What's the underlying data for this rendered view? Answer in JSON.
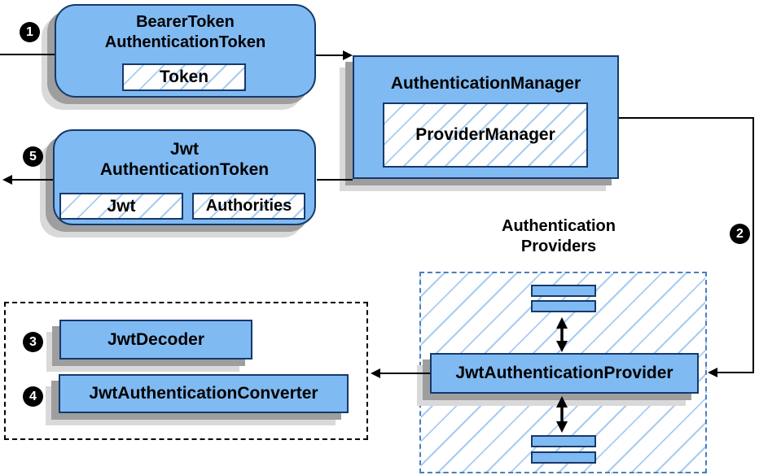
{
  "nodes": {
    "bearer_token": {
      "line1": "BearerToken",
      "line2": "AuthenticationToken",
      "token": "Token"
    },
    "auth_manager": {
      "title": "AuthenticationManager",
      "provider_manager": "ProviderManager"
    },
    "jwt_token": {
      "line1": "Jwt",
      "line2": "AuthenticationToken",
      "jwt": "Jwt",
      "authorities": "Authorities"
    },
    "providers_group": {
      "title_line1": "Authentication",
      "title_line2": "Providers",
      "provider": "JwtAuthenticationProvider"
    },
    "helpers_group": {
      "decoder": "JwtDecoder",
      "converter": "JwtAuthenticationConverter"
    }
  },
  "badges": {
    "step1": "1",
    "step2": "2",
    "step3": "3",
    "step4": "4",
    "step5": "5"
  },
  "colors": {
    "box_fill": "#80BAF2",
    "box_border": "#16396B",
    "hatch_line": "#A8CCF1",
    "dashed_blue": "#4A7EBE",
    "dashed_black": "#000000",
    "shadow_dark": "#9E9E9E",
    "shadow_light": "#D9D9D9",
    "connector": "#000000",
    "badge_bg": "#000000",
    "badge_text": "#FFFFFF"
  }
}
